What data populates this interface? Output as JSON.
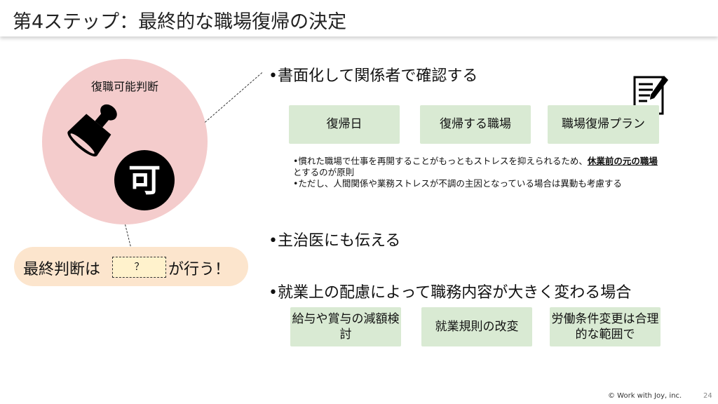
{
  "title": "第4ステップ：最終的な職場復帰の決定",
  "circle": {
    "label": "復職可能判断",
    "stamp_char": "可"
  },
  "pill": {
    "before": "最終判断は",
    "blank": "？",
    "after": "が行う！"
  },
  "bullets": [
    "•書面化して関係者で確認する",
    "•主治医にも伝える",
    "•就業上の配慮によって職務内容が大きく変わる場合"
  ],
  "boxes1": [
    "復帰日",
    "復帰する職場",
    "職場復帰プラン"
  ],
  "notes": {
    "n1_pre": "•慣れた職場で仕事を再開することがもっともストレスを抑えられるため、",
    "n1_bold": "休業前の元の職場",
    "n1_post": "とするのが原則",
    "n2": "•ただし、人間関係や業務ストレスが不調の主因となっている場合は異動も考慮する"
  },
  "boxes2": [
    "給与や賞与の減額検討",
    "就業規則の改変",
    "労働条件変更は合理的な範囲で"
  ],
  "footer": {
    "copyright": "© Work with Joy, inc.",
    "page": "24"
  }
}
